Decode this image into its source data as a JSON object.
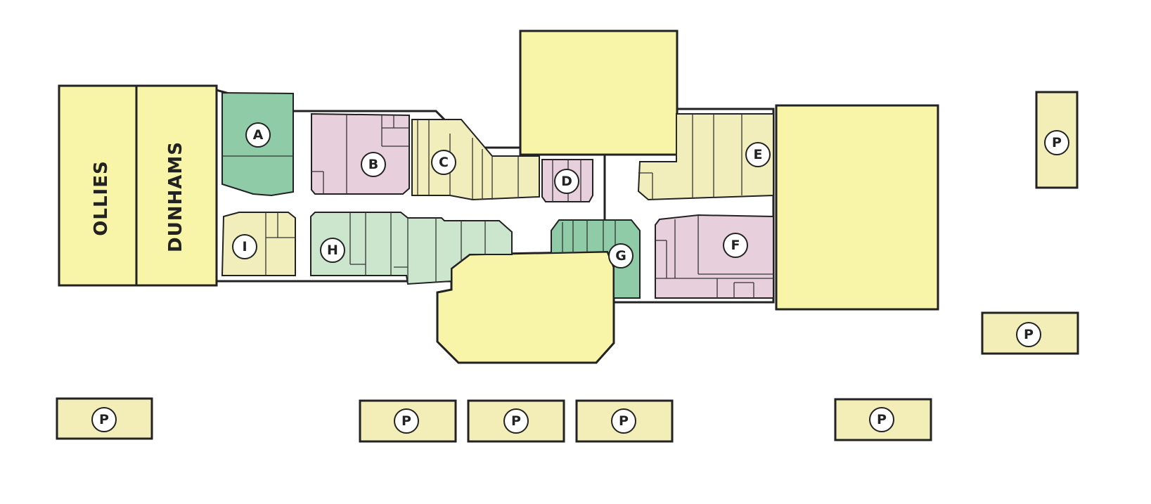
{
  "anchors": {
    "west_1": "OLLIES",
    "west_2": "DUNHAMS"
  },
  "zones": {
    "a": "A",
    "b": "B",
    "c": "C",
    "d": "D",
    "e": "E",
    "f": "F",
    "g": "G",
    "h": "H",
    "i": "I"
  },
  "parking_label": "P",
  "colors": {
    "anchor_fill": "#f8f4a8",
    "parking_fill": "#f3eeb8",
    "green_dark": "#8ecba6",
    "green_light": "#cbe6cc",
    "pink": "#e7cfdc",
    "cream": "#f2eebc",
    "outline": "#222222"
  }
}
